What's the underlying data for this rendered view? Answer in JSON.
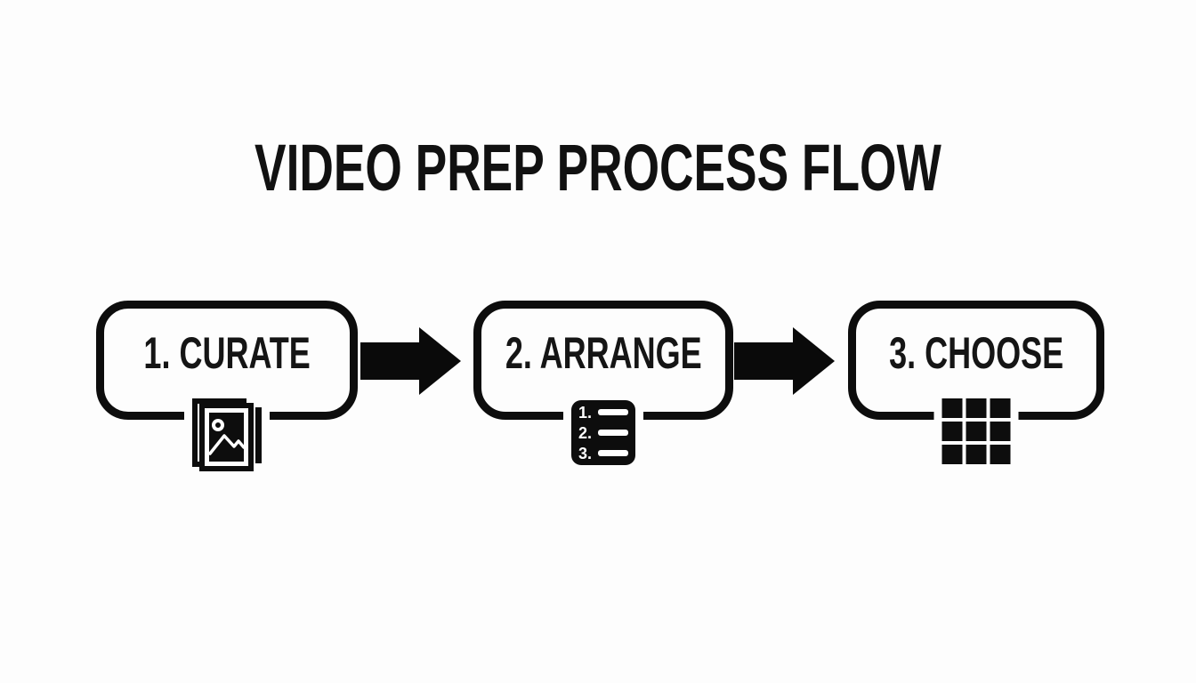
{
  "title": "VIDEO PREP PROCESS FLOW",
  "steps": [
    {
      "label": "1. CURATE",
      "icon": "stacked-photos-icon"
    },
    {
      "label": "2. ARRANGE",
      "icon": "numbered-list-icon"
    },
    {
      "label": "3. CHOOSE",
      "icon": "grid-icon"
    }
  ],
  "numbered_list_icon": {
    "items": [
      "1.",
      "2.",
      "3."
    ]
  },
  "colors": {
    "ink": "#0d0d0d",
    "background": "#fdfdfd"
  }
}
